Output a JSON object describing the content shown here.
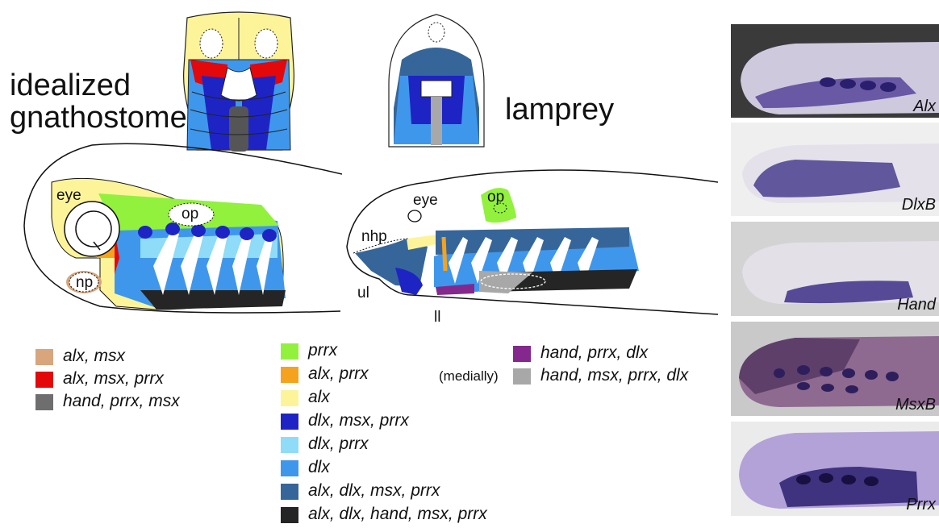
{
  "titles": {
    "gnathostome": "idealized\ngnathostome",
    "lamprey": "lamprey"
  },
  "gnathostome_labels": {
    "eye": "eye",
    "op": "op",
    "np": "np"
  },
  "lamprey_labels": {
    "eye": "eye",
    "op": "op",
    "nhp": "nhp",
    "ul": "ul",
    "ll": "ll"
  },
  "legend": {
    "group1": [
      {
        "color": "#d8a57c",
        "text": "alx, msx"
      },
      {
        "color": "#e3080a",
        "text": "alx, msx, prrx"
      },
      {
        "color": "#6e6e6e",
        "text": "hand, prrx, msx"
      }
    ],
    "group2": [
      {
        "color": "#92f13c",
        "text": "prrx"
      },
      {
        "color": "#f5a31e",
        "text": "alx, prrx"
      },
      {
        "color": "#fdf49a",
        "text": "alx"
      },
      {
        "color": "#1e24c4",
        "text": "dlx, msx, prrx"
      },
      {
        "color": "#8edcf7",
        "text": "dlx, prrx"
      },
      {
        "color": "#3f97ec",
        "text": "dlx"
      },
      {
        "color": "#366699",
        "text": "alx, dlx, msx, prrx"
      },
      {
        "color": "#252525",
        "text": "alx, dlx, hand, msx, prrx"
      }
    ],
    "group3": [
      {
        "color": "#84288e",
        "text": "hand, prrx, dlx"
      },
      {
        "color": "#a8a8a8",
        "text": "hand, msx, prrx, dlx"
      }
    ],
    "medially_note": "(medially)"
  },
  "photos": [
    {
      "label": "Alx",
      "bg": "#3a3a3a",
      "body": "#cfc9de",
      "stain": "#47328f"
    },
    {
      "label": "DlxB",
      "bg": "#efefef",
      "body": "#e4e1ea",
      "stain": "#3b2f86"
    },
    {
      "label": "Hand",
      "bg": "#d3d3d3",
      "body": "#e3e0e8",
      "stain": "#3d2f88"
    },
    {
      "label": "MsxB",
      "bg": "#c9c9c9",
      "body": "#8e6a90",
      "stain": "#2e1f5c"
    },
    {
      "label": "Prrx",
      "bg": "#ebebeb",
      "body": "#b3a2d8",
      "stain": "#2a1f6e"
    }
  ]
}
